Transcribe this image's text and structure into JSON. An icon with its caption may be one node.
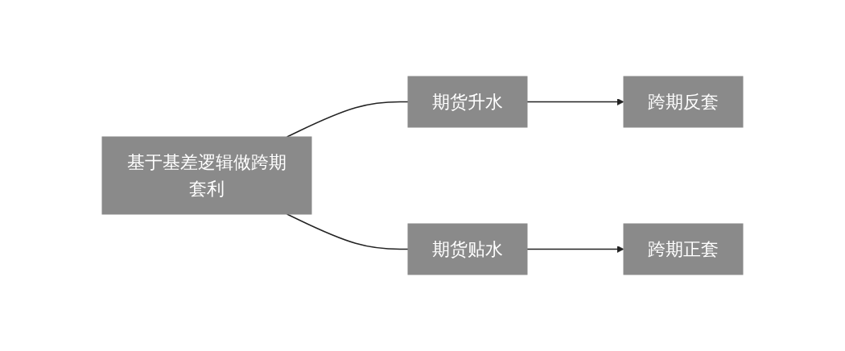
{
  "diagram": {
    "nodes": [
      {
        "text": [
          "基于基差逻辑做跨期套利"
        ]
      },
      {
        "text": [
          "期货升水"
        ]
      },
      {
        "text": [
          "跨期反套"
        ]
      },
      {
        "text": [
          "期货贴水"
        ]
      },
      {
        "text": [
          "跨期正套"
        ]
      }
    ],
    "edges": [
      {
        "from": 0,
        "to": 1,
        "arrow": "none"
      },
      {
        "from": 0,
        "to": 3,
        "arrow": "none"
      },
      {
        "from": 1,
        "to": 2,
        "arrow": "to"
      },
      {
        "from": 3,
        "to": 4,
        "arrow": "to"
      }
    ]
  }
}
